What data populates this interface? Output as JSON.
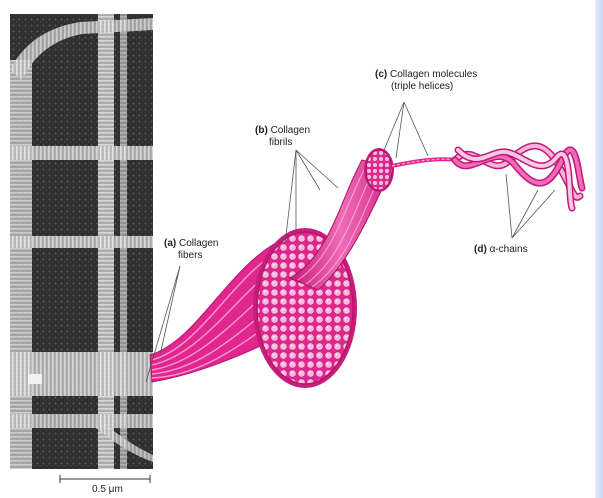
{
  "labels": {
    "a": {
      "tag": "(a)",
      "line1": "Collagen",
      "line2": "fibers"
    },
    "b": {
      "tag": "(b)",
      "line1": "Collagen",
      "line2": "fibrils"
    },
    "c": {
      "tag": "(c)",
      "line1": "Collagen molecules",
      "line2": "(triple helices)"
    },
    "d": {
      "tag": "(d)",
      "text": "α-chains"
    }
  },
  "scale_bar": {
    "label": "0.5 μm"
  },
  "colors": {
    "magenta": "#e2268f",
    "pink_light": "#f7b3d8",
    "pink_mid": "#f06bb5",
    "micrograph_dark": "#2b2b2b",
    "micrograph_fiber": "#bdbdbd"
  }
}
